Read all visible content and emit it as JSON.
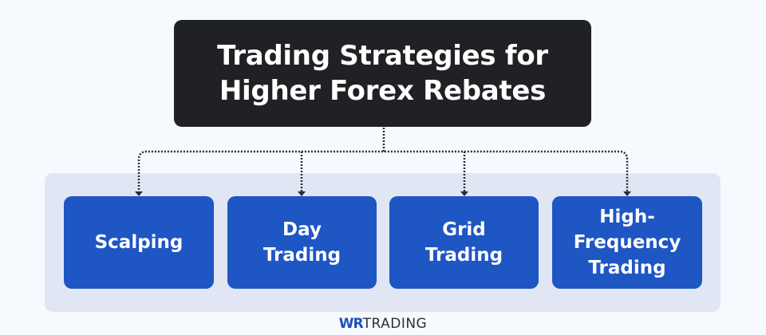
{
  "title": {
    "line1": "Trading Strategies for",
    "line2": "Higher Forex Rebates"
  },
  "nodes": [
    {
      "label": "Scalping"
    },
    {
      "label": "Day Trading",
      "lines": [
        "Day",
        "Trading"
      ]
    },
    {
      "label": "Grid Trading",
      "lines": [
        "Grid",
        "Trading"
      ]
    },
    {
      "label": "High-Frequency Trading",
      "lines": [
        "High-",
        "Frequency",
        "Trading"
      ]
    }
  ],
  "brand": {
    "wr": "WR",
    "rest": "TRADING"
  },
  "colors": {
    "title_bg": "#1f2124",
    "node_bg": "#1e56c4",
    "panel_bg": "#e1e6f5",
    "page_bg": "#f6f9fd",
    "connector": "#2a2c30"
  }
}
